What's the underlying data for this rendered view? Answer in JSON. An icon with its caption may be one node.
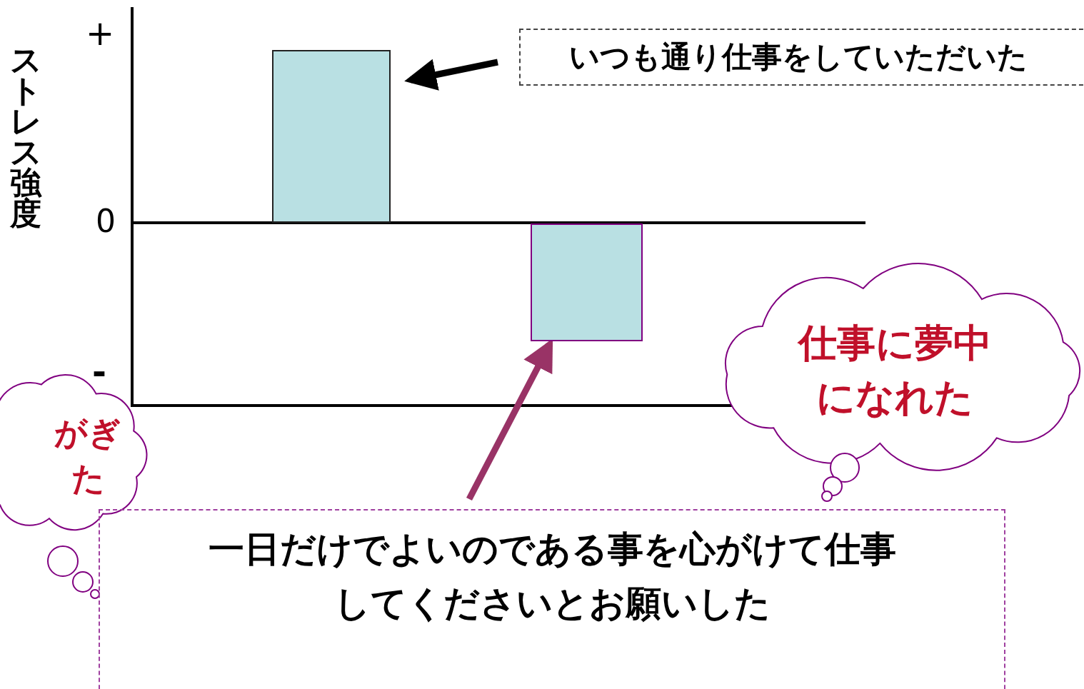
{
  "diagram": {
    "nodes": [
      {
        "text": [],
        "shape": "bar"
      },
      {
        "text": [],
        "shape": "bar"
      },
      {
        "text": [
          "いつも通り仕事をしていただいた"
        ]
      },
      {
        "text": [
          "仕事に夢中になれた"
        ]
      },
      {
        "text": [
          "がぎた"
        ]
      },
      {
        "text": [
          "一日だけでよいのである事を心がけて仕事してくださいとお願いした"
        ]
      }
    ],
    "edges": [
      {
        "from": 2,
        "to": 0,
        "arrow": "to"
      },
      {
        "from": 5,
        "to": 1,
        "arrow": "to",
        "color": "#993366"
      }
    ],
    "labels": [
      "ストレス強度",
      "+",
      "0",
      "-"
    ]
  }
}
